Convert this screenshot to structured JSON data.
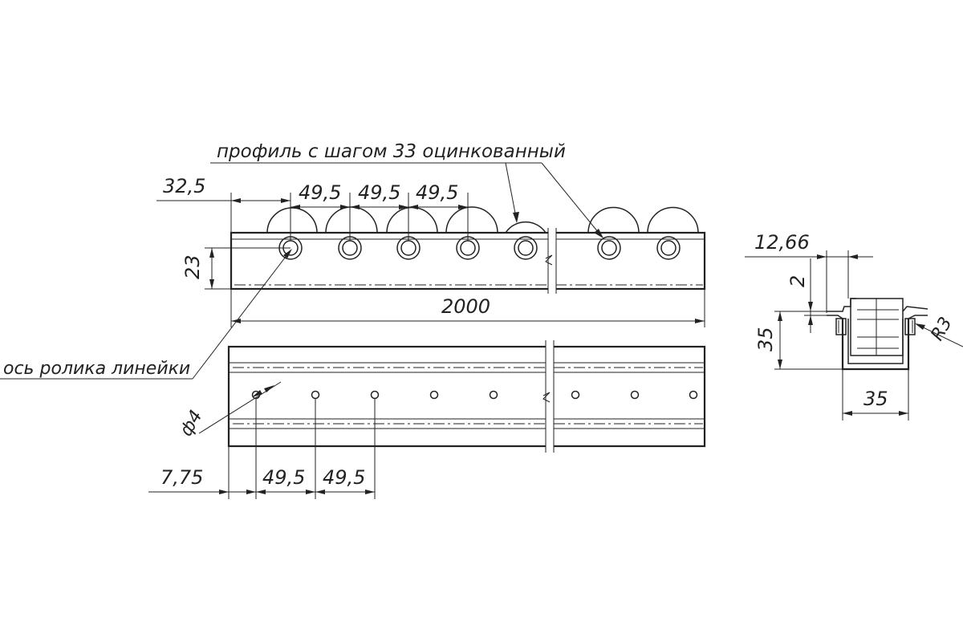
{
  "labels": {
    "profile_note": "профиль с шагом 33 оцинкованный",
    "axis_note": "ось ролика линейки"
  },
  "dimensions": {
    "offset_top": "32,5",
    "pitch_1": "49,5",
    "pitch_2": "49,5",
    "pitch_3": "49,5",
    "height": "23",
    "length": "2000",
    "hole_diameter": "ф4",
    "offset_bottom": "7,75",
    "pitch_bottom_1": "49,5",
    "pitch_bottom_2": "49,5",
    "section_width_top": "12,66",
    "section_gap": "2",
    "section_height": "35",
    "section_width": "35",
    "radius": "R3"
  },
  "colors": {
    "line": "#222222",
    "background": "#ffffff"
  }
}
